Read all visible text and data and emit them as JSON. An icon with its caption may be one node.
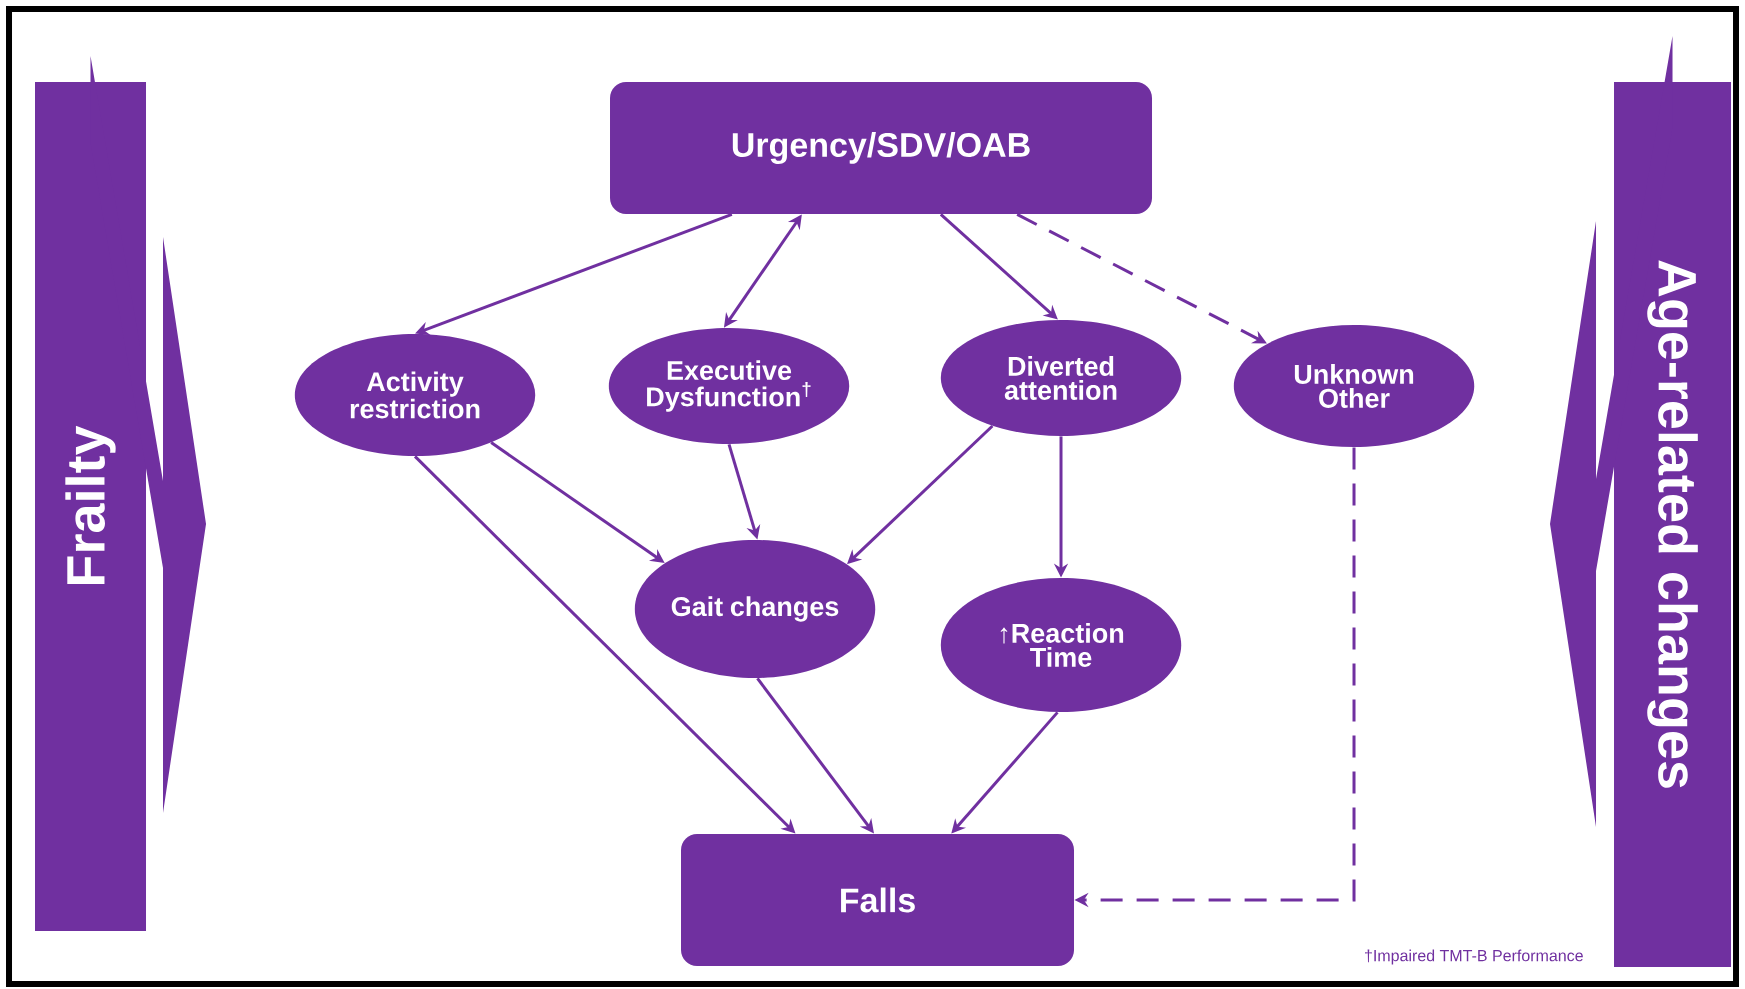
{
  "diagram": {
    "nodes": [
      {
        "text": [
          "Frailty"
        ]
      },
      {
        "text": [
          "Urgency/SDV/OAB"
        ]
      },
      {
        "text": [
          "Activity restriction"
        ]
      },
      {
        "text": [
          "Executive Dysfunction$^{†}$"
        ]
      },
      {
        "text": [
          "Diverted attention"
        ]
      },
      {
        "text": [
          "Unknown Other"
        ]
      },
      {
        "text": [
          "Gait changes"
        ]
      },
      {
        "text": [
          "↑Reaction Time"
        ]
      },
      {
        "text": [
          "Falls"
        ]
      },
      {
        "text": [
          "Age-related changes"
        ]
      }
    ],
    "edges": [
      {
        "from": 1,
        "to": 2,
        "arrow": "to"
      },
      {
        "from": 1,
        "to": 3,
        "arrow": "both"
      },
      {
        "from": 1,
        "to": 4,
        "arrow": "to"
      },
      {
        "from": 1,
        "to": 5,
        "arrow": "to",
        "style": "dashed"
      },
      {
        "from": 2,
        "to": 6,
        "arrow": "to"
      },
      {
        "from": 2,
        "to": 8,
        "arrow": "to"
      },
      {
        "from": 3,
        "to": 6,
        "arrow": "to"
      },
      {
        "from": 4,
        "to": 6,
        "arrow": "to"
      },
      {
        "from": 4,
        "to": 7,
        "arrow": "to"
      },
      {
        "from": 6,
        "to": 8,
        "arrow": "to"
      },
      {
        "from": 7,
        "to": 8,
        "arrow": "to"
      },
      {
        "from": 5,
        "to": 8,
        "arrow": "to",
        "style": "dashed"
      },
      {
        "from": 0,
        "to": null,
        "arrow": "to"
      },
      {
        "from": 9,
        "to": null,
        "arrow": "to"
      }
    ],
    "labels": [
      "†Impaired TMT-B Performance"
    ]
  }
}
